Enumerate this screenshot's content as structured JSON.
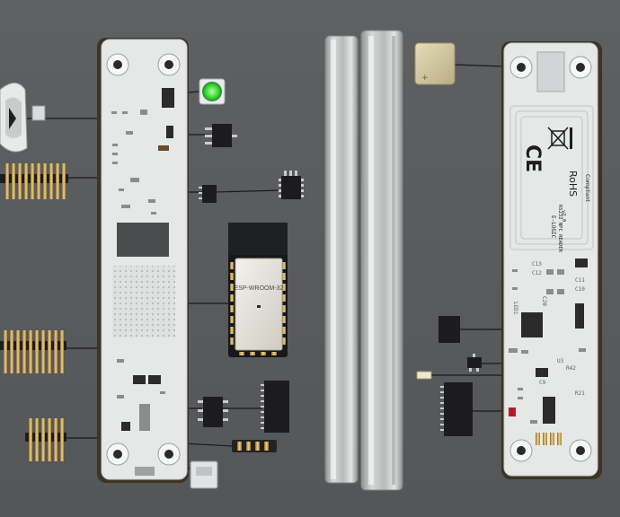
{
  "module_label": "ESP-WROOM-32",
  "marks": {
    "ce": "CE",
    "rohs": "RoHS",
    "rohs_sub": "Compliant",
    "board_name": "RS232 NFC READER",
    "board_maker": "E-LOGIC",
    "board_ver": "v2.0"
  },
  "refs": [
    "C13",
    "C12",
    "C11",
    "C10",
    "C20",
    "LED1",
    "R42",
    "U3",
    "R21",
    "C9"
  ],
  "colors": {
    "background": "#5b5d5f",
    "pcb": "#e6e8e8",
    "pcb_edge": "#3d3424",
    "led": "#3ddc3a",
    "gold": "#caa24a",
    "chip": "#1c1c1e"
  }
}
